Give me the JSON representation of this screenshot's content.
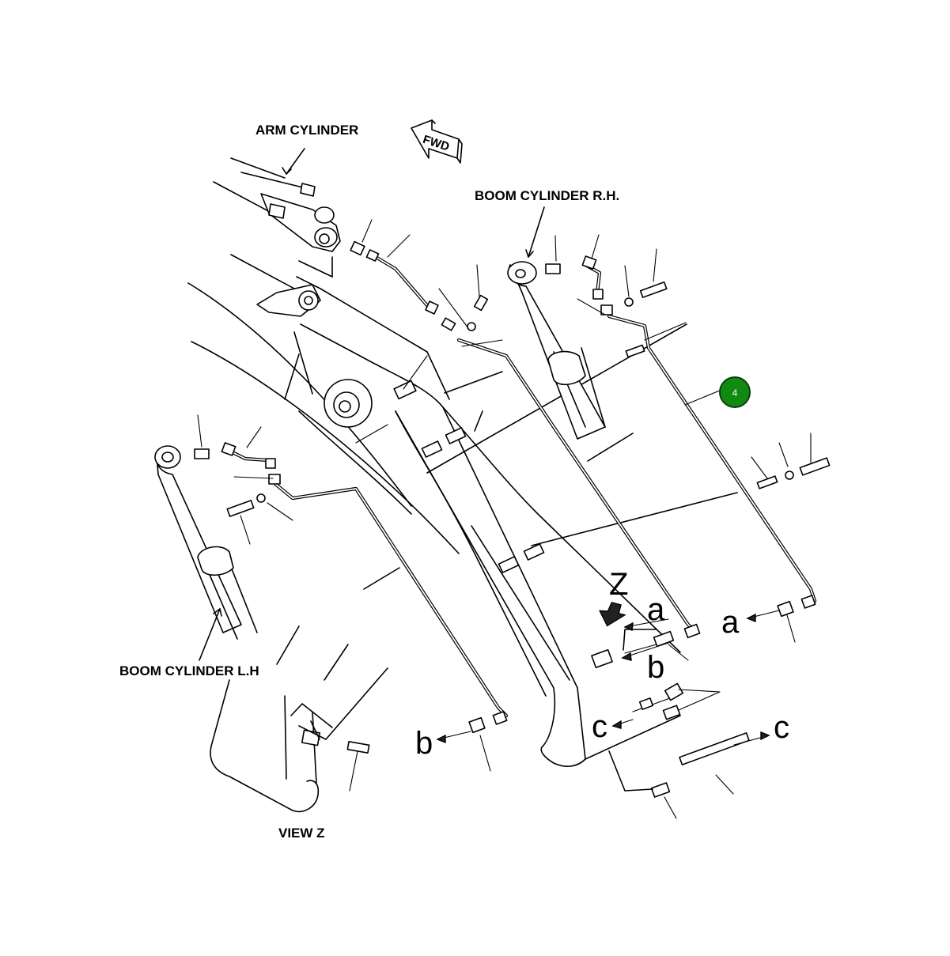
{
  "labels": {
    "arm_cylinder": "ARM CYLINDER",
    "boom_cylinder_rh": "BOOM CYLINDER  R.H.",
    "boom_cylinder_lh": "BOOM CYLINDER L.H",
    "view_z": "VIEW Z",
    "fwd": "FWD"
  },
  "view_letters": {
    "z": "Z",
    "a1": "a",
    "a2": "a",
    "b1": "b",
    "b2": "b",
    "c1": "c",
    "c2": "c"
  },
  "callout": {
    "number": "4",
    "color": "#118a11"
  }
}
